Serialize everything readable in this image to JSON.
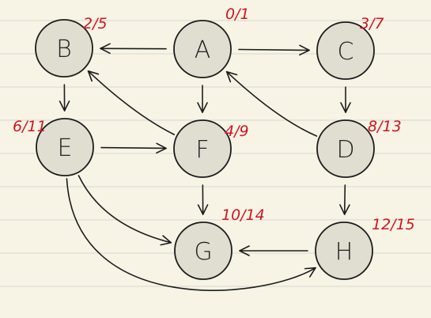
{
  "colors": {
    "paper": "#f7f4e6",
    "ruled_line": "#d9d7cf",
    "node_fill": "#e0ddd1",
    "stroke": "#1c1c1c",
    "annotation": "#d0161f"
  },
  "nodes": [
    {
      "id": "A",
      "label": "A",
      "times": "0/1"
    },
    {
      "id": "B",
      "label": "B",
      "times": "2/5"
    },
    {
      "id": "C",
      "label": "C",
      "times": "3/7"
    },
    {
      "id": "E",
      "label": "E",
      "times": "6/11"
    },
    {
      "id": "F",
      "label": "F",
      "times": "4/9"
    },
    {
      "id": "D",
      "label": "D",
      "times": "8/13"
    },
    {
      "id": "G",
      "label": "G",
      "times": "10/14"
    },
    {
      "id": "H",
      "label": "H",
      "times": "12/15"
    }
  ],
  "edges": [
    {
      "from": "A",
      "to": "B"
    },
    {
      "from": "A",
      "to": "C"
    },
    {
      "from": "A",
      "to": "F"
    },
    {
      "from": "B",
      "to": "E"
    },
    {
      "from": "C",
      "to": "D"
    },
    {
      "from": "E",
      "to": "F"
    },
    {
      "from": "F",
      "to": "B"
    },
    {
      "from": "D",
      "to": "A"
    },
    {
      "from": "F",
      "to": "G"
    },
    {
      "from": "D",
      "to": "H"
    },
    {
      "from": "H",
      "to": "G"
    },
    {
      "from": "E",
      "to": "G"
    },
    {
      "from": "E",
      "to": "H"
    }
  ]
}
